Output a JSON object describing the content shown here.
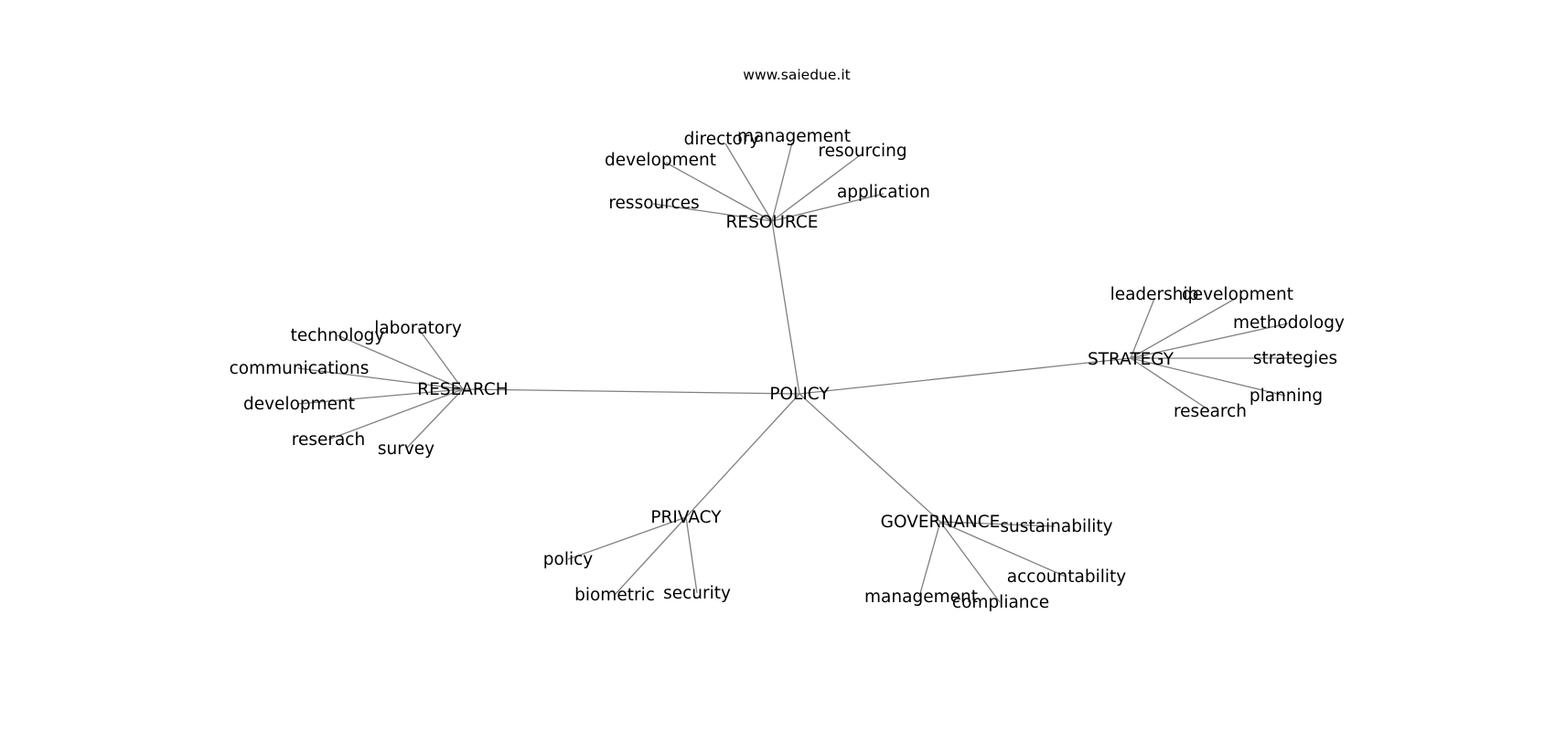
{
  "watermark": "www.saiedue.it",
  "diagram": {
    "root": "POLICY",
    "branches": [
      {
        "hub": "RESOURCE",
        "leaves": [
          "directory",
          "management",
          "development",
          "resourcing",
          "application",
          "ressources"
        ]
      },
      {
        "hub": "STRATEGY",
        "leaves": [
          "leadership",
          "development",
          "methodology",
          "strategies",
          "planning",
          "research"
        ]
      },
      {
        "hub": "RESEARCH",
        "leaves": [
          "technology",
          "laboratory",
          "communications",
          "development",
          "reserach",
          "survey"
        ]
      },
      {
        "hub": "PRIVACY",
        "leaves": [
          "policy",
          "biometric",
          "security"
        ]
      },
      {
        "hub": "GOVERNANCE",
        "leaves": [
          "sustainability",
          "accountability",
          "compliance",
          "management"
        ]
      }
    ]
  }
}
